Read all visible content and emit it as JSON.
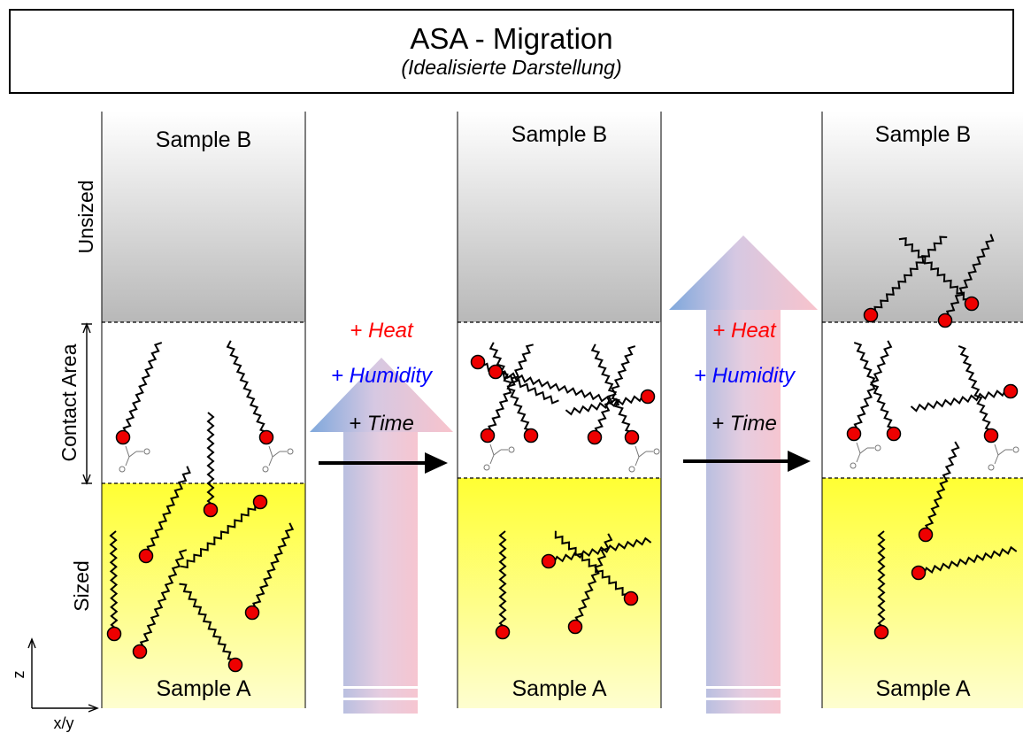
{
  "title": {
    "main": "ASA - Migration",
    "subtitle": "(Idealisierte Darstellung)"
  },
  "side_labels": {
    "unsized": "Unsized",
    "contact_area": "Contact Area",
    "sized": "Sized"
  },
  "axis": {
    "z": "z",
    "xy": "x/y"
  },
  "panels": [
    {
      "top_label": "Sample B",
      "bottom_label": "Sample A"
    },
    {
      "top_label": "Sample B",
      "bottom_label": "Sample A"
    },
    {
      "top_label": "Sample B",
      "bottom_label": "Sample A"
    }
  ],
  "transitions": [
    {
      "heat": "+ Heat",
      "humidity": "+ Humidity",
      "time": "+ Time"
    },
    {
      "heat": "+ Heat",
      "humidity": "+ Humidity",
      "time": "+ Time"
    }
  ],
  "colors": {
    "heat": "#ff0000",
    "humidity": "#0000ff",
    "time": "#000000",
    "sized_top": "#ffff33",
    "unsized_bottom": "#b8b8b8",
    "ball": "#ee0000"
  }
}
